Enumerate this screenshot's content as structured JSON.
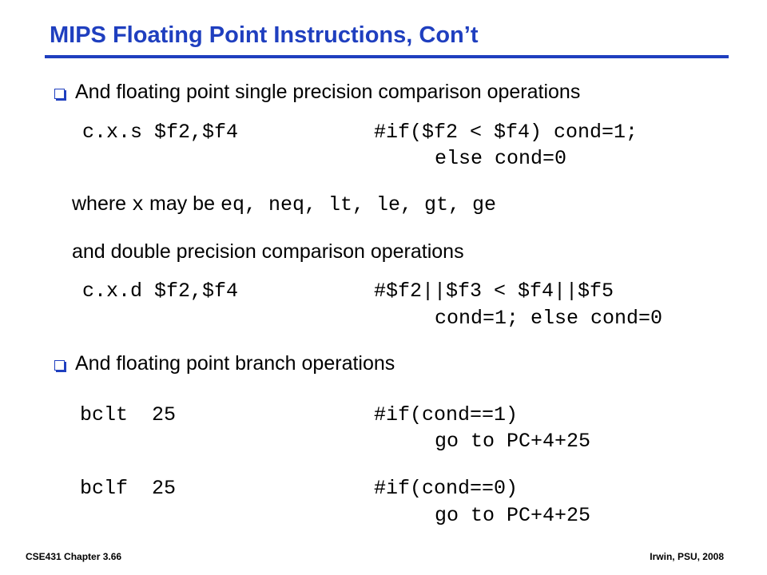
{
  "title": "MIPS Floating Point Instructions, Con’t",
  "bullet1": "And floating point single precision comparison operations",
  "single": {
    "instr": "c.x.s $f2,$f4",
    "comment_line1": "#if($f2 < $f4) cond=1;",
    "comment_line2": "else cond=0"
  },
  "where_line": {
    "prefix": "where ",
    "var": "x",
    "middle": " may be ",
    "ops": "eq, neq, lt, le, gt, ge"
  },
  "double_intro": "and double precision comparison operations",
  "double": {
    "instr": "c.x.d $f2,$f4",
    "comment_line1": "#$f2||$f3 < $f4||$f5",
    "comment_line2": "cond=1; else cond=0"
  },
  "bullet2": "And floating point branch operations",
  "branch1": {
    "instr": "bclt  25",
    "comment_line1": "#if(cond==1)",
    "comment_line2": "go to PC+4+25"
  },
  "branch2": {
    "instr": "bclf  25",
    "comment_line1": "#if(cond==0)",
    "comment_line2": "go to PC+4+25"
  },
  "footer": {
    "left": "CSE431  Chapter 3.66",
    "right": "Irwin, PSU, 2008"
  },
  "colors": {
    "title": "#1f3fbf",
    "bullet_box": "#1f3fbf"
  }
}
